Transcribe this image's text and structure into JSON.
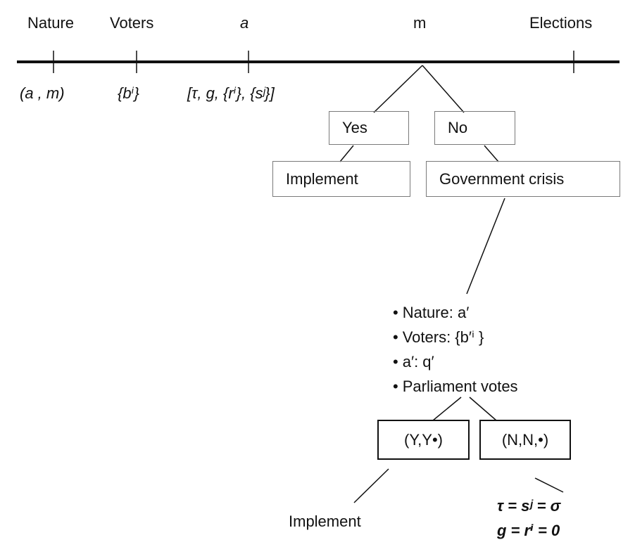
{
  "timeline": {
    "stages": [
      {
        "title": "Nature",
        "sub": "(a , m)"
      },
      {
        "title": "Voters",
        "sub": "{bⁱ}"
      },
      {
        "title": "a",
        "sub": "[τ, g, {rⁱ}, {sʲ}]"
      },
      {
        "title": "m",
        "sub": ""
      },
      {
        "title": "Elections",
        "sub": ""
      }
    ]
  },
  "branch1": {
    "yes": "Yes",
    "no": "No",
    "implement": "Implement",
    "crisis": "Government crisis"
  },
  "crisis_steps": [
    "Nature: a′",
    "Voters: {b′ⁱ }",
    "a′: q′",
    "Parliament votes"
  ],
  "branch2": {
    "yy": "(Y,Y•)",
    "nn": "(N,N,•)",
    "implement": "Implement",
    "outcome_line1": "τ = sʲ = σ",
    "outcome_line2": "g = rⁱ = 0"
  },
  "colors": {
    "line": "#111111",
    "light_box_border": "#7a7a7a"
  }
}
